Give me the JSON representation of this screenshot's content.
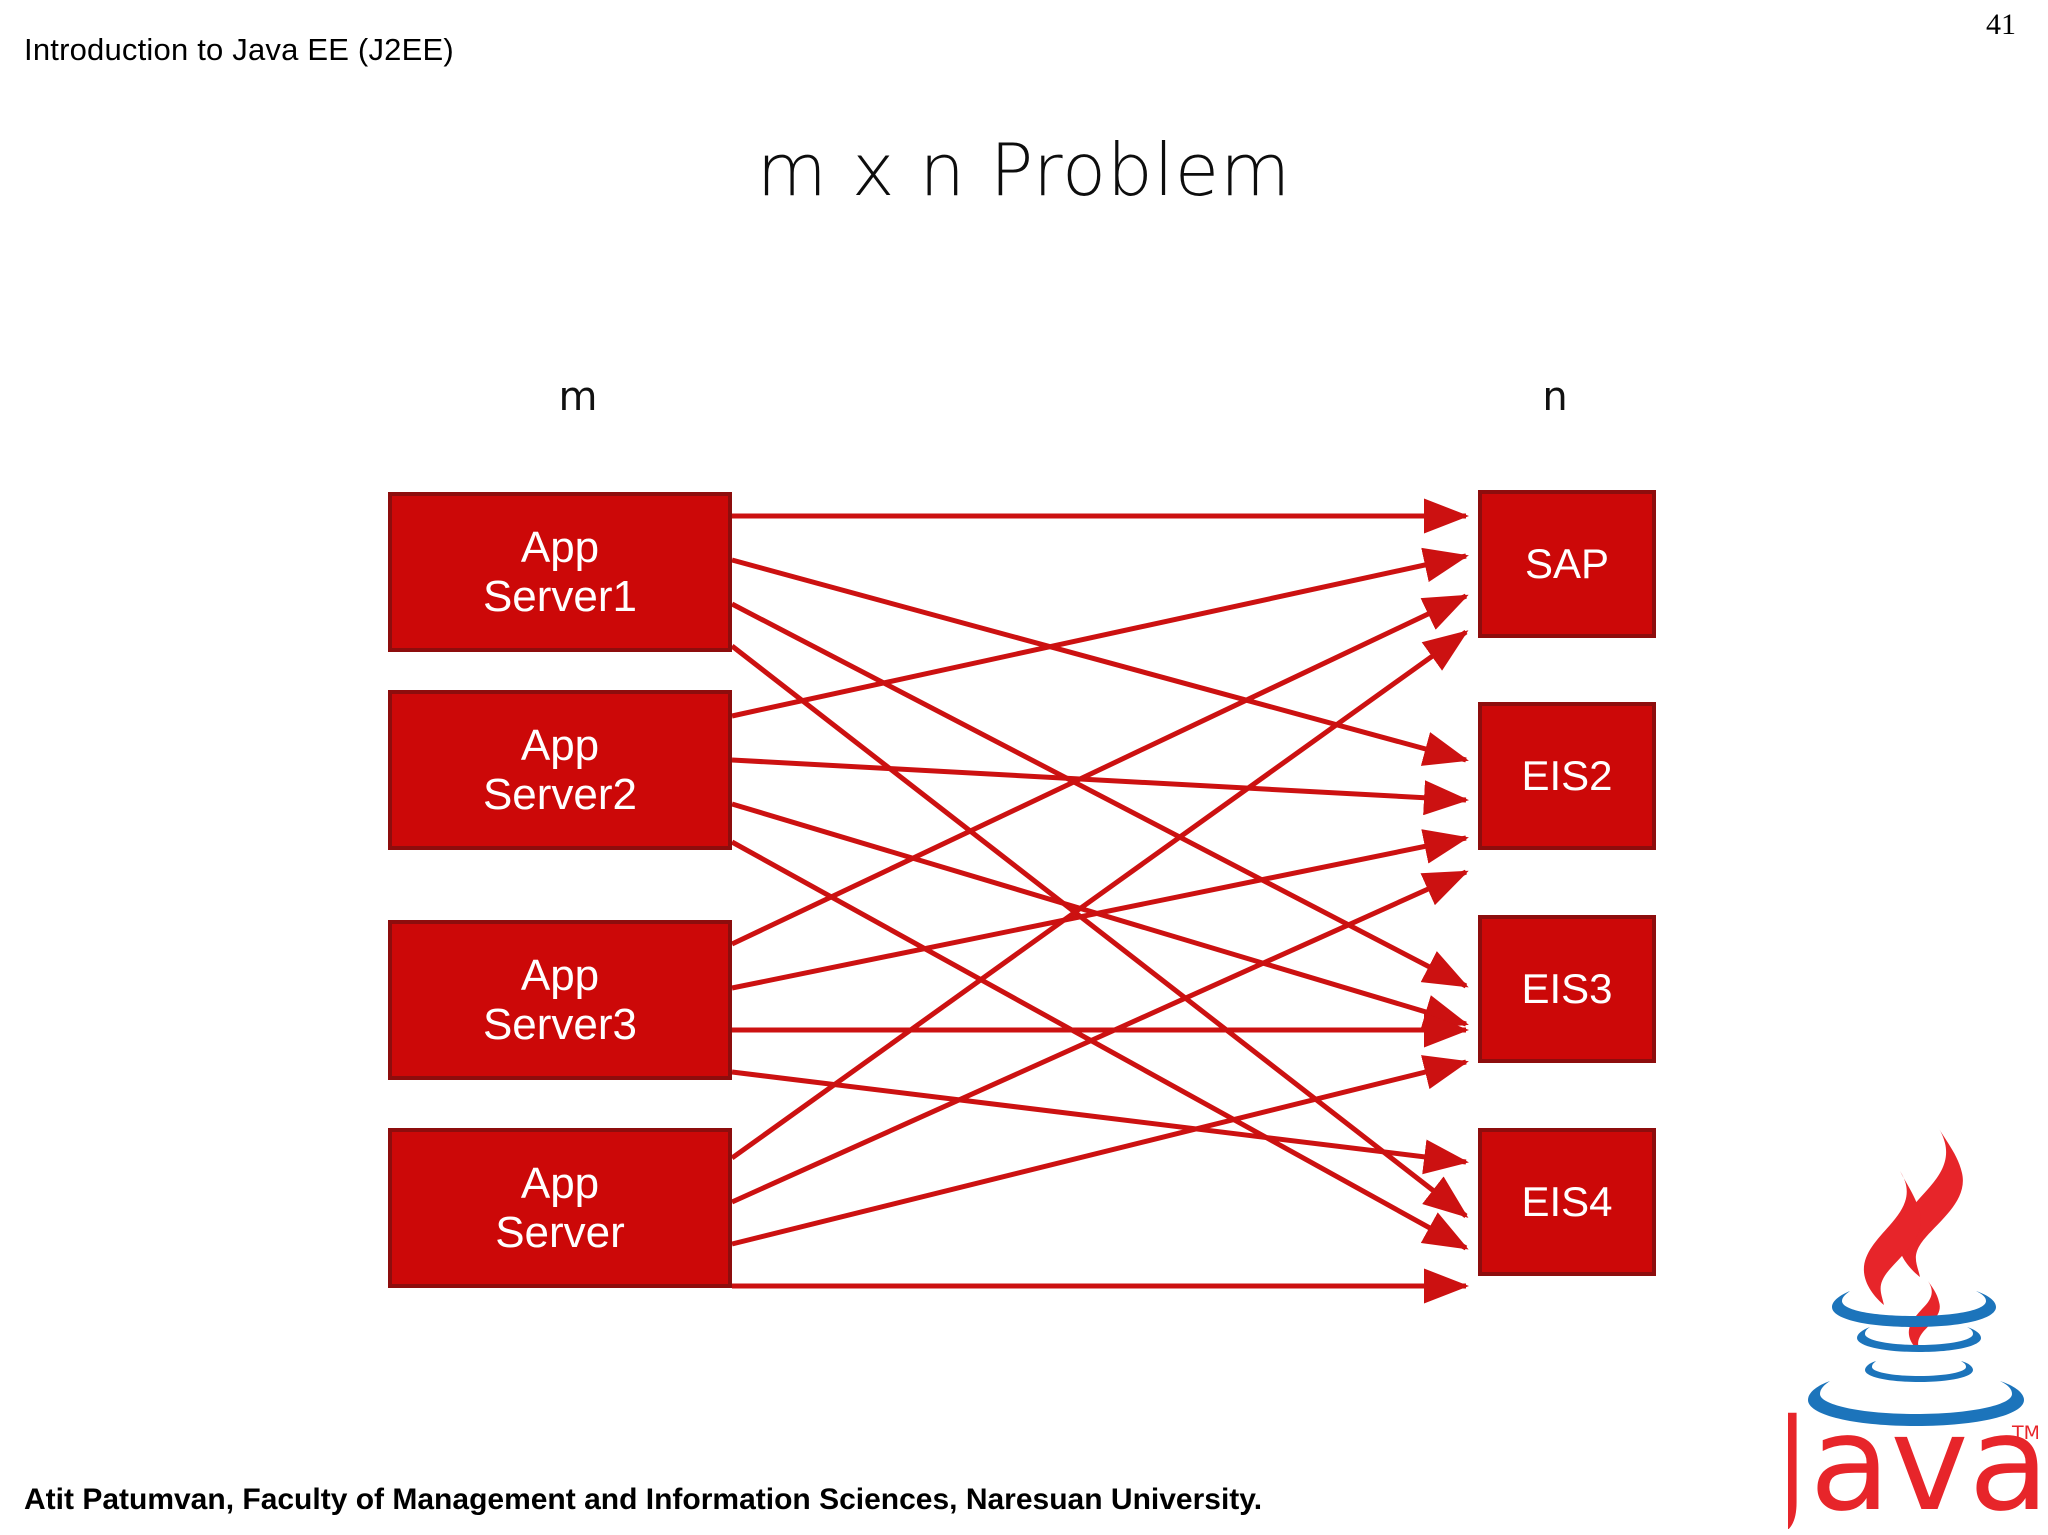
{
  "header": {
    "course_title": "Introduction to Java EE (J2EE)",
    "page_number": "41"
  },
  "title": "m x n Problem",
  "diagram": {
    "left_column_label": "m",
    "right_column_label": "n",
    "left_nodes": [
      {
        "id": "app-server-1",
        "label": "App\nServer1"
      },
      {
        "id": "app-server-2",
        "label": "App\nServer2"
      },
      {
        "id": "app-server-3",
        "label": "App\nServer3"
      },
      {
        "id": "app-server-m",
        "label": "App\nServer"
      }
    ],
    "right_nodes": [
      {
        "id": "sap",
        "label": "SAP"
      },
      {
        "id": "eis2",
        "label": "EIS2"
      },
      {
        "id": "eis3",
        "label": "EIS3"
      },
      {
        "id": "eis4",
        "label": "EIS4"
      }
    ],
    "connections": [
      {
        "from": "app-server-1",
        "to": "sap"
      },
      {
        "from": "app-server-1",
        "to": "eis2"
      },
      {
        "from": "app-server-1",
        "to": "eis3"
      },
      {
        "from": "app-server-1",
        "to": "eis4"
      },
      {
        "from": "app-server-2",
        "to": "sap"
      },
      {
        "from": "app-server-2",
        "to": "eis2"
      },
      {
        "from": "app-server-2",
        "to": "eis3"
      },
      {
        "from": "app-server-2",
        "to": "eis4"
      },
      {
        "from": "app-server-3",
        "to": "sap"
      },
      {
        "from": "app-server-3",
        "to": "eis2"
      },
      {
        "from": "app-server-3",
        "to": "eis3"
      },
      {
        "from": "app-server-3",
        "to": "eis4"
      },
      {
        "from": "app-server-m",
        "to": "sap"
      },
      {
        "from": "app-server-m",
        "to": "eis2"
      },
      {
        "from": "app-server-m",
        "to": "eis3"
      },
      {
        "from": "app-server-m",
        "to": "eis4"
      }
    ],
    "connection_count": 16
  },
  "footer": "Atit Patumvan, Faculty of Management and Information Sciences, Naresuan University.",
  "logo": {
    "name": "java-logo",
    "wordmark": "Java",
    "trademark": "TM"
  },
  "colors": {
    "node_fill": "#cc0808",
    "node_border": "#8d0d0d",
    "edge": "#cc1111",
    "background": "#ffffff",
    "logo_red": "#e7252a",
    "logo_blue": "#1c74bb"
  }
}
